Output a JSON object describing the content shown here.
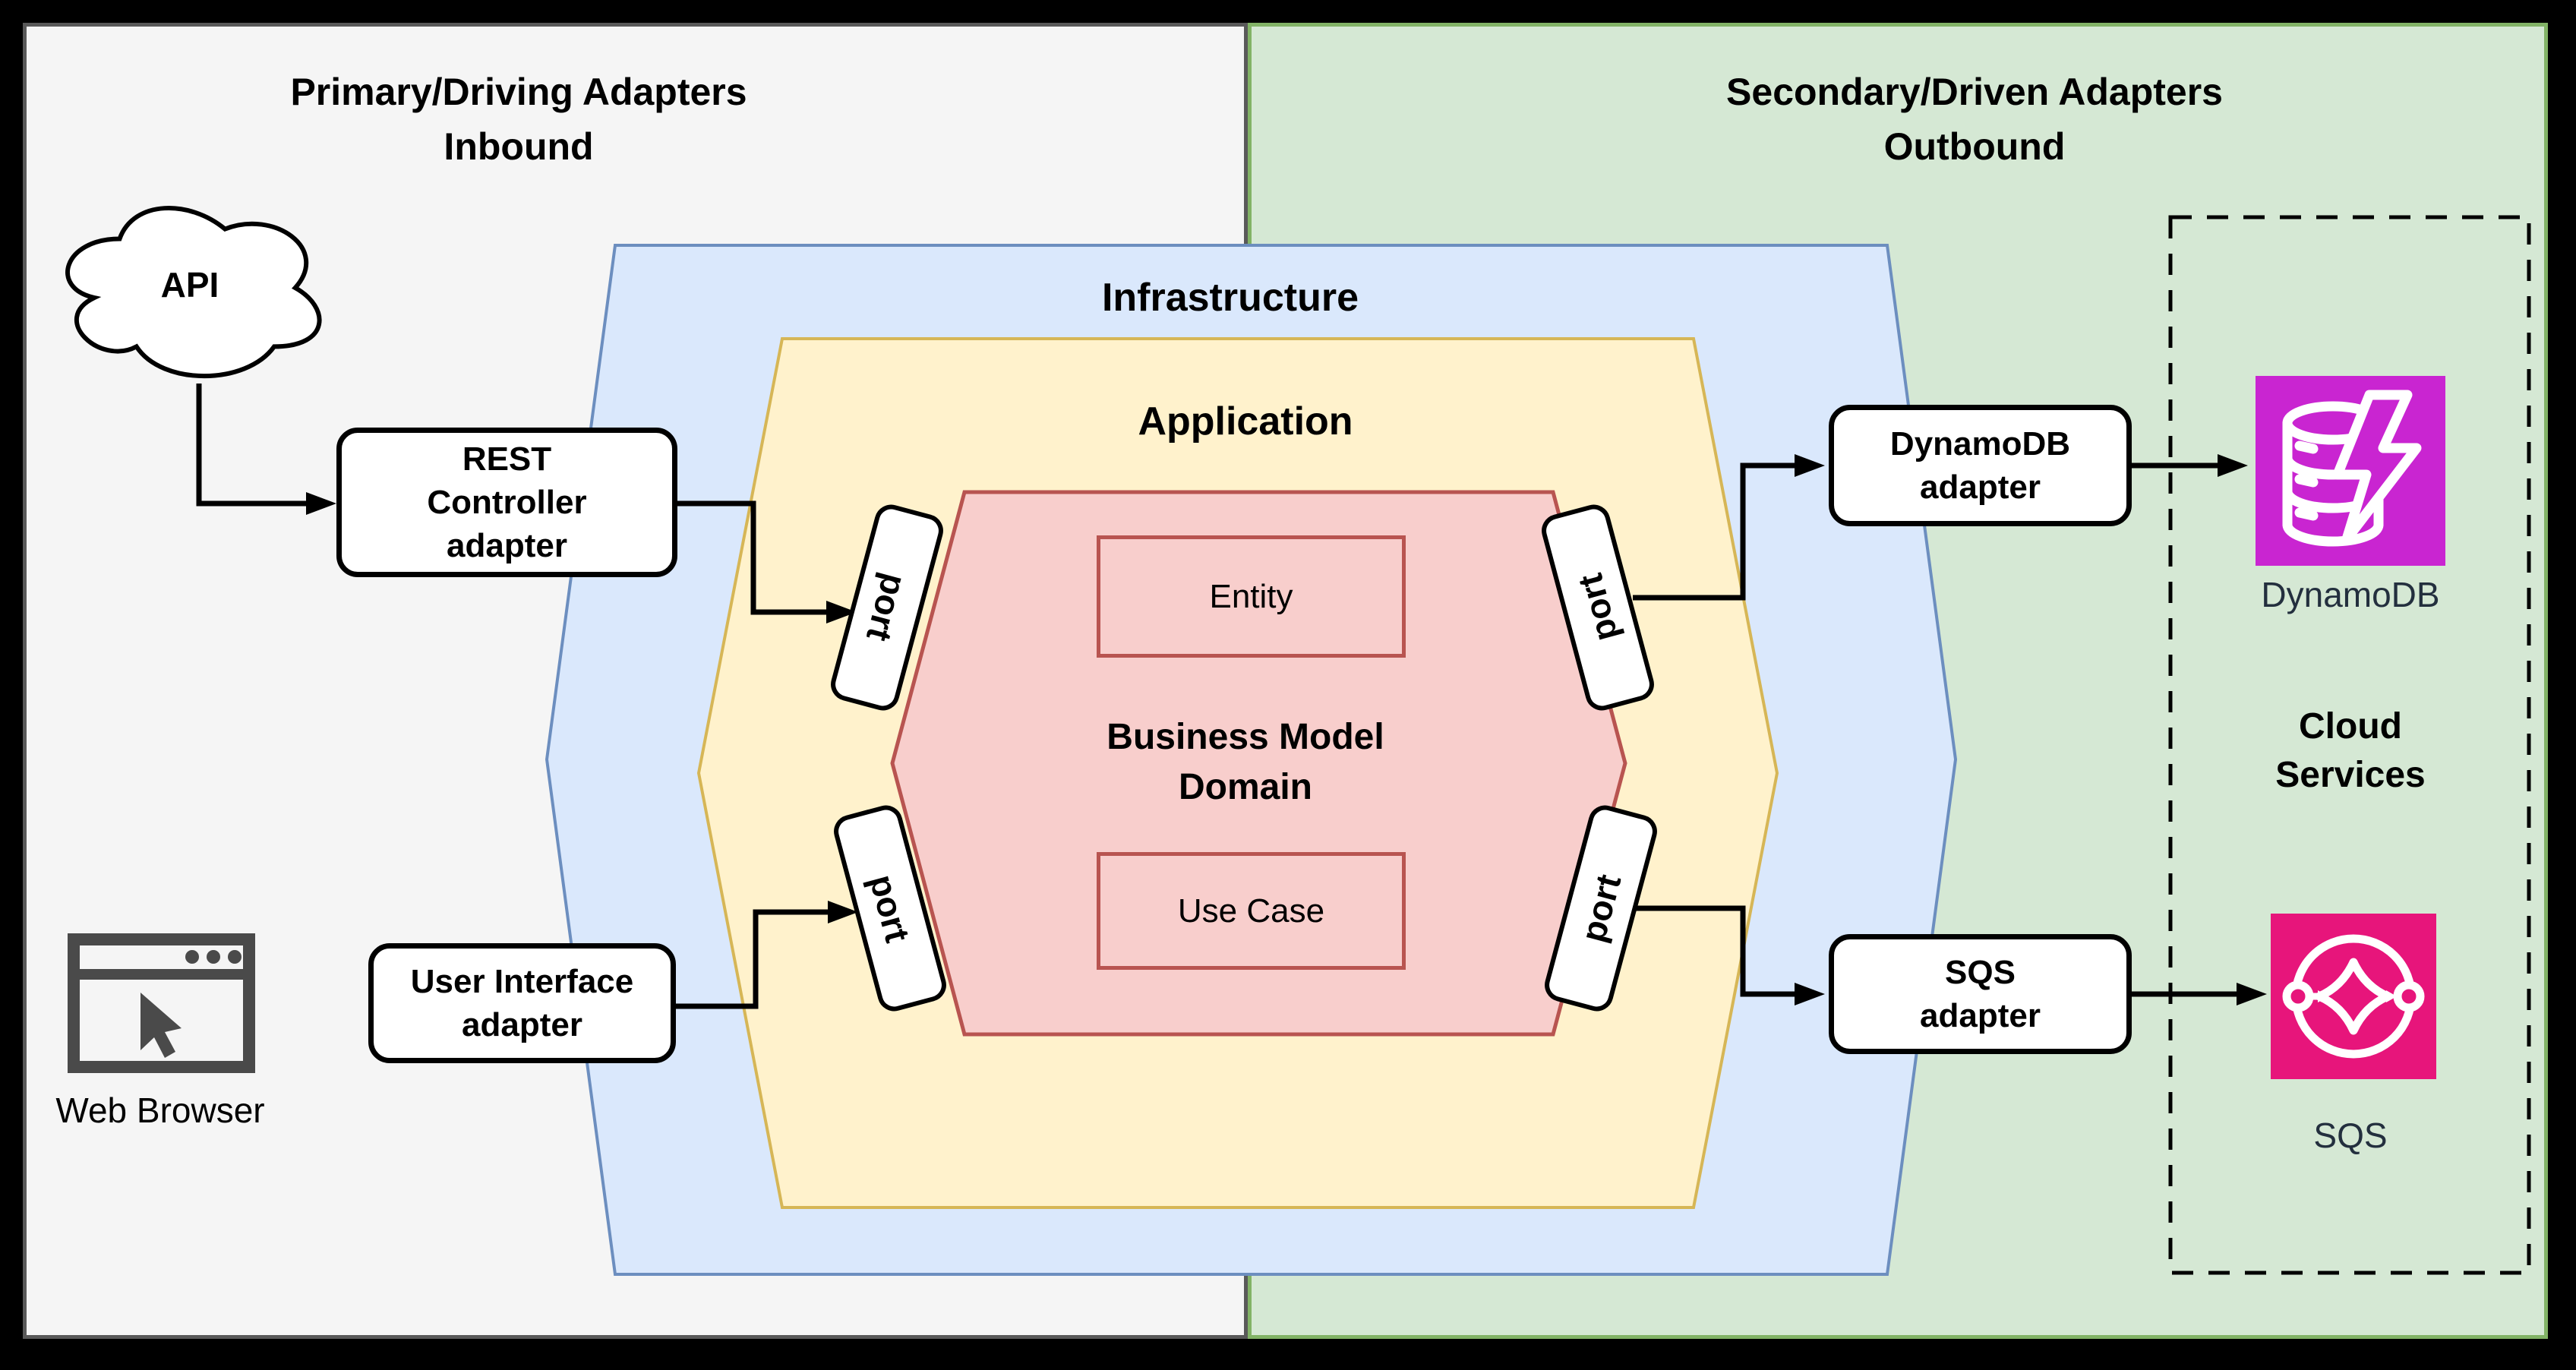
{
  "panels": {
    "primary": {
      "title_line1": "Primary/Driving Adapters",
      "title_line2": "Inbound"
    },
    "secondary": {
      "title_line1": "Secondary/Driven Adapters",
      "title_line2": "Outbound"
    }
  },
  "layers": {
    "infrastructure": {
      "label": "Infrastructure"
    },
    "application": {
      "label": "Application"
    },
    "domain": {
      "label_line1": "Business Model",
      "label_line2": "Domain",
      "entity_label": "Entity",
      "use_case_label": "Use Case"
    }
  },
  "ports": {
    "label": "port"
  },
  "adapters": {
    "rest": {
      "line1": "REST",
      "line2": "Controller",
      "line3": "adapter"
    },
    "user_interface": {
      "line1": "User Interface",
      "line2": "adapter"
    },
    "dynamodb": {
      "line1": "DynamoDB",
      "line2": "adapter"
    },
    "sqs": {
      "line1": "SQS",
      "line2": "adapter"
    }
  },
  "externals": {
    "api": {
      "label": "API"
    },
    "web_browser": {
      "label": "Web Browser"
    }
  },
  "cloud_services": {
    "title_line1": "Cloud",
    "title_line2": "Services",
    "dynamodb_label": "DynamoDB",
    "sqs_label": "SQS"
  },
  "colors": {
    "panel_primary_bg": "#f5f5f5",
    "panel_primary_border": "#595959",
    "panel_secondary_bg": "#d5e8d4",
    "panel_secondary_border": "#82b366",
    "infrastructure_bg": "#dae8fc",
    "infrastructure_border": "#6c8ebf",
    "application_bg": "#fff2cc",
    "application_border": "#d6b656",
    "domain_bg": "#f8cecc",
    "domain_border": "#b85450",
    "dynamodb_icon_bg": "#c925d1",
    "sqs_icon_bg": "#e7157b",
    "aws_label_text": "#232f3e",
    "connector": "#000000"
  }
}
